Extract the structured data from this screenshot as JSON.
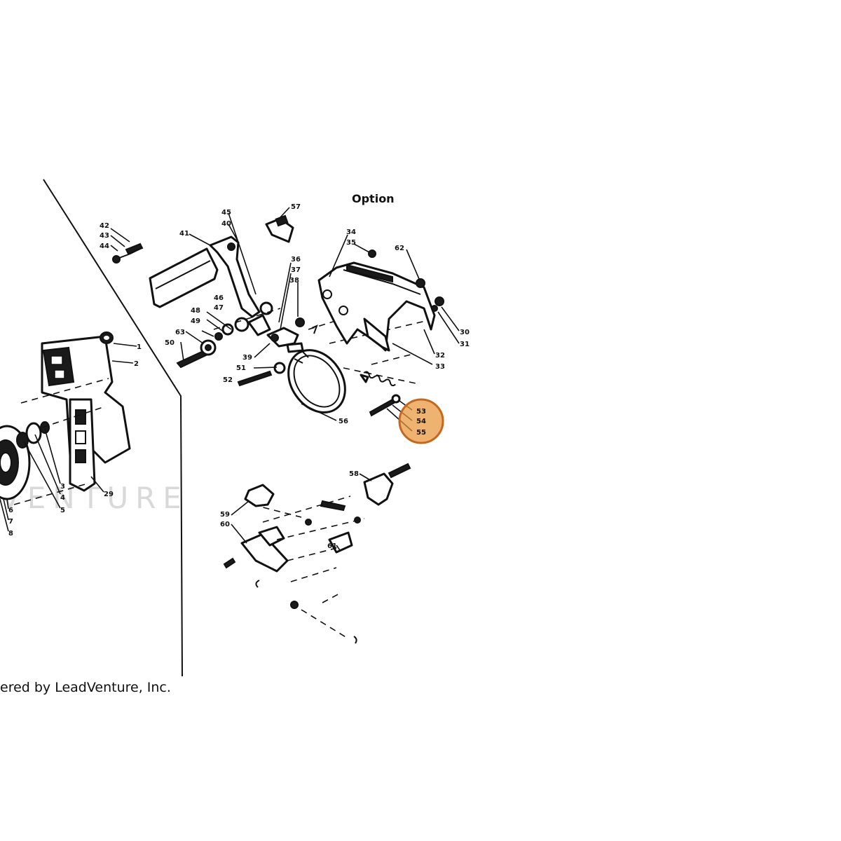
{
  "diagram": {
    "option_title": "Option",
    "watermark_text": "VENTURE",
    "credit_text": "ered by LeadVenture, Inc.",
    "highlight_color": "#e8963a",
    "highlighted_labels": [
      "53",
      "54",
      "55"
    ],
    "callouts": {
      "c1": "1",
      "c2": "2",
      "c3": "3",
      "c4": "4",
      "c5": "5",
      "c6": "6",
      "c7": "7",
      "c8": "8",
      "c29": "29",
      "c30": "30",
      "c31": "31",
      "c32": "32",
      "c33": "33",
      "c34": "34",
      "c35": "35",
      "c36": "36",
      "c37": "37",
      "c38": "38",
      "c39": "39",
      "c40": "40",
      "c41": "41",
      "c42a": "42",
      "c42b": "43",
      "c44": "44",
      "c45": "45",
      "c46": "46",
      "c47": "47",
      "c48": "48",
      "c49": "49",
      "c50": "50",
      "c51": "51",
      "c52": "52",
      "c53": "53",
      "c54": "54",
      "c55": "55",
      "c56": "56",
      "c57": "57",
      "c58": "58",
      "c59": "59",
      "c60": "60",
      "c61": "61",
      "c62": "62",
      "c63": "63"
    }
  }
}
